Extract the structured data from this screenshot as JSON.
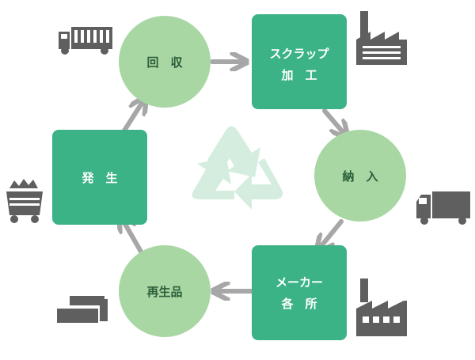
{
  "colors": {
    "circle_fill": "#a9d7a4",
    "square_fill": "#3bb386",
    "arrow": "#a7a7a7",
    "icon": "#5f5f5f",
    "recycle": "#d5eddf",
    "circle_text": "#2b5e3a",
    "square_text": "#ffffff"
  },
  "nodes": {
    "kaishu": {
      "label": "回　収"
    },
    "scrap": {
      "line1": "スクラップ",
      "line2": "加　工"
    },
    "nounyu": {
      "label": "納　入"
    },
    "maker": {
      "line1": "メーカー",
      "line2": "各　所"
    },
    "saisei": {
      "label": "再生品"
    },
    "hassei": {
      "label": "発　生"
    }
  },
  "icons": [
    "truck-icon",
    "factory-icon",
    "truck-icon",
    "factory-icon",
    "metal-bars-icon",
    "scrap-cart-icon",
    "recycle-icon"
  ]
}
